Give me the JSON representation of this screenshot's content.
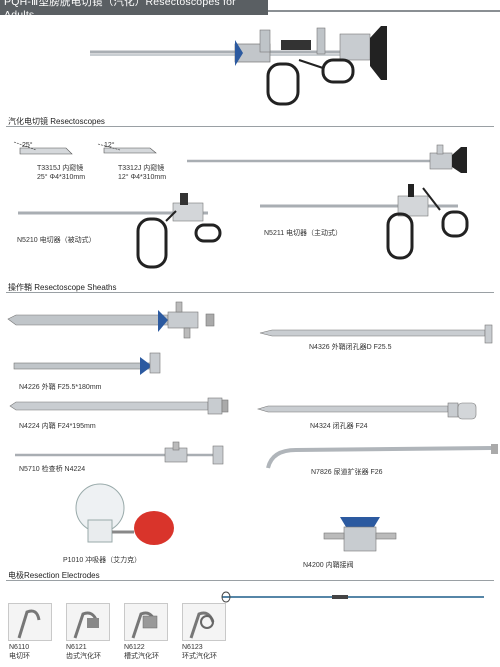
{
  "banner": {
    "title": "PQH-Ⅲ型膀胱电切镜（汽化）Resectoscopes for Adults"
  },
  "sections": {
    "resectoscopes": "汽化电切镜 Resectoscopes",
    "sheaths": "操作鞘 Resectoscope Sheaths",
    "electrodes": "电极Resection Electrodes"
  },
  "telescopes": {
    "angle_25": "25°",
    "angle_12": "12°",
    "t3315j": {
      "line1": "T3315J  内窥镜",
      "line2": "25° Φ4*310mm"
    },
    "t3312j": {
      "line1": "T3312J  内窥镜",
      "line2": "12° Φ4*310mm"
    }
  },
  "products": {
    "n5210": "N5210  电切器（被动式）",
    "n5211": "N5211  电切器（主动式）",
    "n4326": "N4326  外鞘闭孔器D F25.5",
    "n4226": "N4226  外鞘 F25.5*180mm",
    "n4224": "N4224  内鞘 F24*195mm",
    "n4324": "N4324  闭孔器 F24",
    "n5710": "N5710  检查桥 N4224",
    "n7826": "N7826  尿道扩张器 F26",
    "p1010": "P1010  冲吸器（艾力克）",
    "n4200": "N4200  内鞘接阀"
  },
  "electrodes": [
    {
      "code": "N6110",
      "name": "电切环"
    },
    {
      "code": "N6121",
      "name": "齿式汽化环"
    },
    {
      "code": "N6122",
      "name": "槽式汽化环"
    },
    {
      "code": "N6123",
      "name": "环式汽化环"
    }
  ],
  "colors": {
    "banner": "#5a5f63",
    "steel": "#b9bec3",
    "blue": "#2c5aa0",
    "bulb_red": "#d9342b"
  }
}
